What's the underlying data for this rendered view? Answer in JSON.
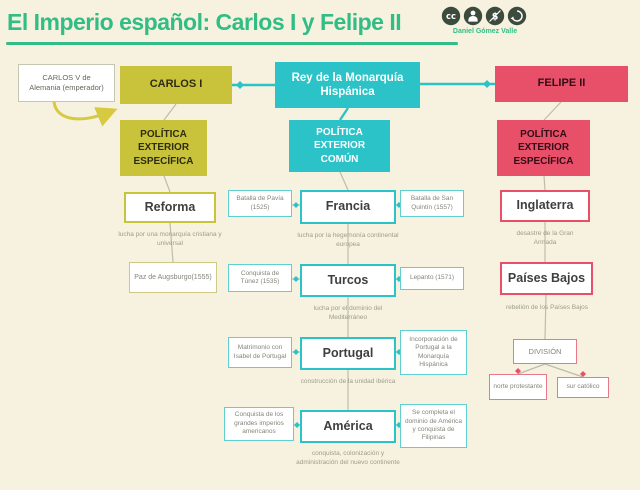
{
  "header": {
    "title": "El Imperio español: Carlos I y Felipe II",
    "credit": "Daniel Gómez Valle",
    "license_icons": [
      "cc",
      "by",
      "nc",
      "sa"
    ]
  },
  "colors": {
    "background": "#f7f2df",
    "green_title": "#31bd85",
    "olive": "#c9c33b",
    "teal": "#2bc3c7",
    "red": "#e84f69"
  },
  "left": {
    "ancestor": "CARLOS V de Alemania (emperador)",
    "root": "CARLOS I",
    "policy": "POLÍTICA EXTERIOR ESPECÍFICA",
    "item": {
      "label": "Reforma",
      "note": "lucha por una monarquía cristiana y universal",
      "child": "Paz de Augsburgo(1555)"
    }
  },
  "center": {
    "root": "Rey de la Monarquía Hispánica",
    "policy": "POLÍTICA EXTERIOR COMÚN",
    "items": [
      {
        "label": "Francia",
        "left": "Batalla de Pavía (1525)",
        "right": "Batalla de San Quintín (1557)",
        "note": "lucha por la hegemonía continental europea"
      },
      {
        "label": "Turcos",
        "left": "Conquista de Túnez (1535)",
        "right": "Lepanto (1571)",
        "note": "lucha por el dominio del Mediterráneo"
      },
      {
        "label": "Portugal",
        "left": "Matrimonio con Isabel de Portugal",
        "right": "Incorporación de Portugal a la Monarquía Hispánica",
        "note": "construcción de la unidad ibérica"
      },
      {
        "label": "América",
        "left": "Conquista de los grandes imperios americanos",
        "right": "Se completa el dominio de América y conquista de Filipinas",
        "note": "conquista, colonización y administración del nuevo continente"
      }
    ]
  },
  "right": {
    "root": "FELIPE II",
    "policy": "POLÍTICA EXTERIOR ESPECÍFICA",
    "items": [
      {
        "label": "Inglaterra",
        "note": "desastre de la Gran Armada"
      },
      {
        "label": "Países Bajos",
        "note": "rebelión de los Países Bajos"
      }
    ],
    "division": {
      "label": "DIVISIÓN",
      "children": [
        "norte protestante",
        "sur católico"
      ]
    }
  }
}
